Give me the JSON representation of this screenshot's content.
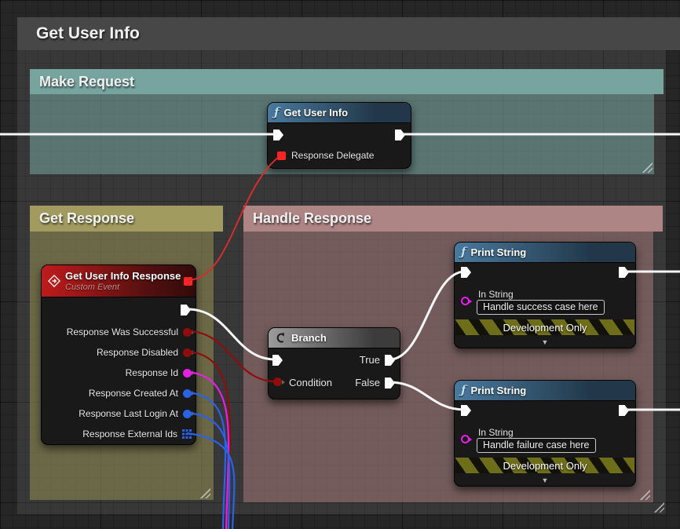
{
  "outer_comment": {
    "title": "Get User Info"
  },
  "comments": {
    "make_request": {
      "title": "Make Request",
      "color": "#7aa8a3"
    },
    "get_response": {
      "title": "Get Response",
      "color": "#a69f61"
    },
    "handle_response": {
      "title": "Handle Response",
      "color": "#b28888"
    }
  },
  "icons": {
    "function": "ƒ",
    "expander": "▼"
  },
  "colors": {
    "exec_wire": "#f6f6f6",
    "bool_pin": "#8f0d0d",
    "string_pin": "#e520e5",
    "struct_pin": "#2a62e8",
    "delegate_pin": "#ff2424",
    "function_header": "#49799e",
    "event_header": "#c01b1b"
  },
  "nodes": {
    "get_user_info": {
      "title": "Get User Info",
      "delegate_pin_label": "Response Delegate"
    },
    "response_event": {
      "title": "Get User Info Response",
      "subtitle": "Custom Event",
      "pins": [
        {
          "label": "Response Was Successful",
          "type": "bool"
        },
        {
          "label": "Response Disabled",
          "type": "bool"
        },
        {
          "label": "Response Id",
          "type": "string"
        },
        {
          "label": "Response Created At",
          "type": "struct"
        },
        {
          "label": "Response Last Login At",
          "type": "struct"
        },
        {
          "label": "Response External Ids",
          "type": "map"
        }
      ]
    },
    "branch": {
      "title": "Branch",
      "condition_label": "Condition",
      "true_label": "True",
      "false_label": "False"
    },
    "print_string_success": {
      "title": "Print String",
      "in_string_label": "In String",
      "value": "Handle success case here",
      "banner": "Development Only"
    },
    "print_string_failure": {
      "title": "Print String",
      "in_string_label": "In String",
      "value": "Handle failure case here",
      "banner": "Development Only"
    }
  }
}
